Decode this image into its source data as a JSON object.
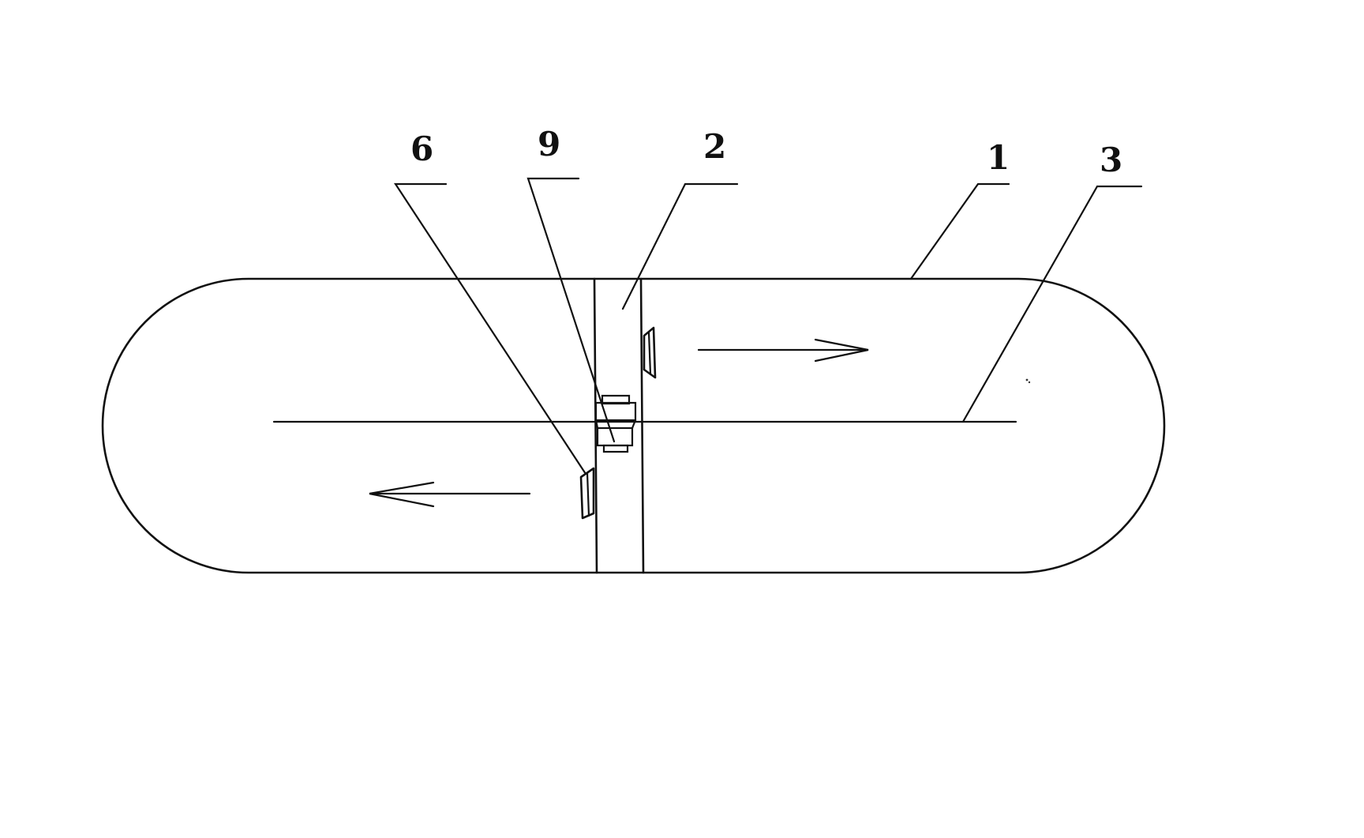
{
  "figure": {
    "labels": {
      "part_6": "6",
      "part_9": "9",
      "part_2": "2",
      "part_1": "1",
      "part_3": "3"
    },
    "arrows": {
      "upper_direction": "right",
      "lower_direction": "left"
    },
    "colors": {
      "line": "#111111",
      "background": "#ffffff"
    }
  }
}
